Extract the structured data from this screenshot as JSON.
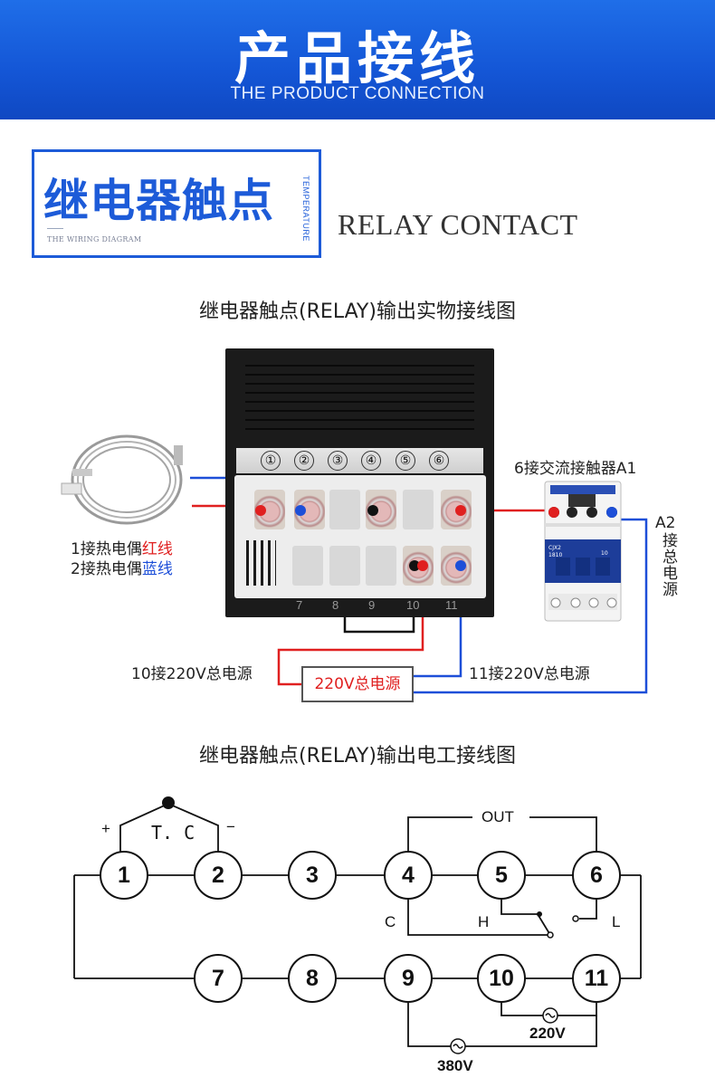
{
  "header": {
    "title": "产品接线",
    "subtitle": "THE PRODUCT CONNECTION"
  },
  "section": {
    "title_cn": "继电器触点",
    "small_en": "THE WIRING DIAGRAM",
    "vertical_en": "TEMPERATURE",
    "title_en": "RELAY CONTACT"
  },
  "physical": {
    "caption": "继电器触点(RELAY)输出实物接线图",
    "top_terminal_numbers": [
      "①",
      "②",
      "③",
      "④",
      "⑤",
      "⑥"
    ],
    "bottom_terminal_numbers": [
      "7",
      "8",
      "9",
      "10",
      "11"
    ],
    "tc_red_prefix": "1接热电偶",
    "tc_red_word": "红线",
    "tc_blue_prefix": "2接热电偶",
    "tc_blue_word": "蓝线",
    "contactor_label": "6接交流接触器A1",
    "a2_label": "A2",
    "a2_vertical": "接总电源",
    "t10_label": "10接220V总电源",
    "t11_label": "11接220V总电源",
    "psu_label": "220V总电源",
    "contactor_model": "CJX2",
    "contactor_model_sub": "1810",
    "contactor_rating": "10"
  },
  "schematic": {
    "caption": "继电器触点(RELAY)输出电工接线图",
    "top_terminals": [
      "1",
      "2",
      "3",
      "4",
      "5",
      "6"
    ],
    "bottom_terminals": [
      "7",
      "8",
      "9",
      "10",
      "11"
    ],
    "tc_label": "T. C",
    "plus": "+",
    "minus": "−",
    "out": "OUT",
    "c": "C",
    "h": "H",
    "l": "L",
    "v220": "220V",
    "v380": "380V"
  },
  "colors": {
    "banner_blue": "#1456d6",
    "wire_red": "#e02020",
    "wire_blue": "#1d4fd8"
  }
}
